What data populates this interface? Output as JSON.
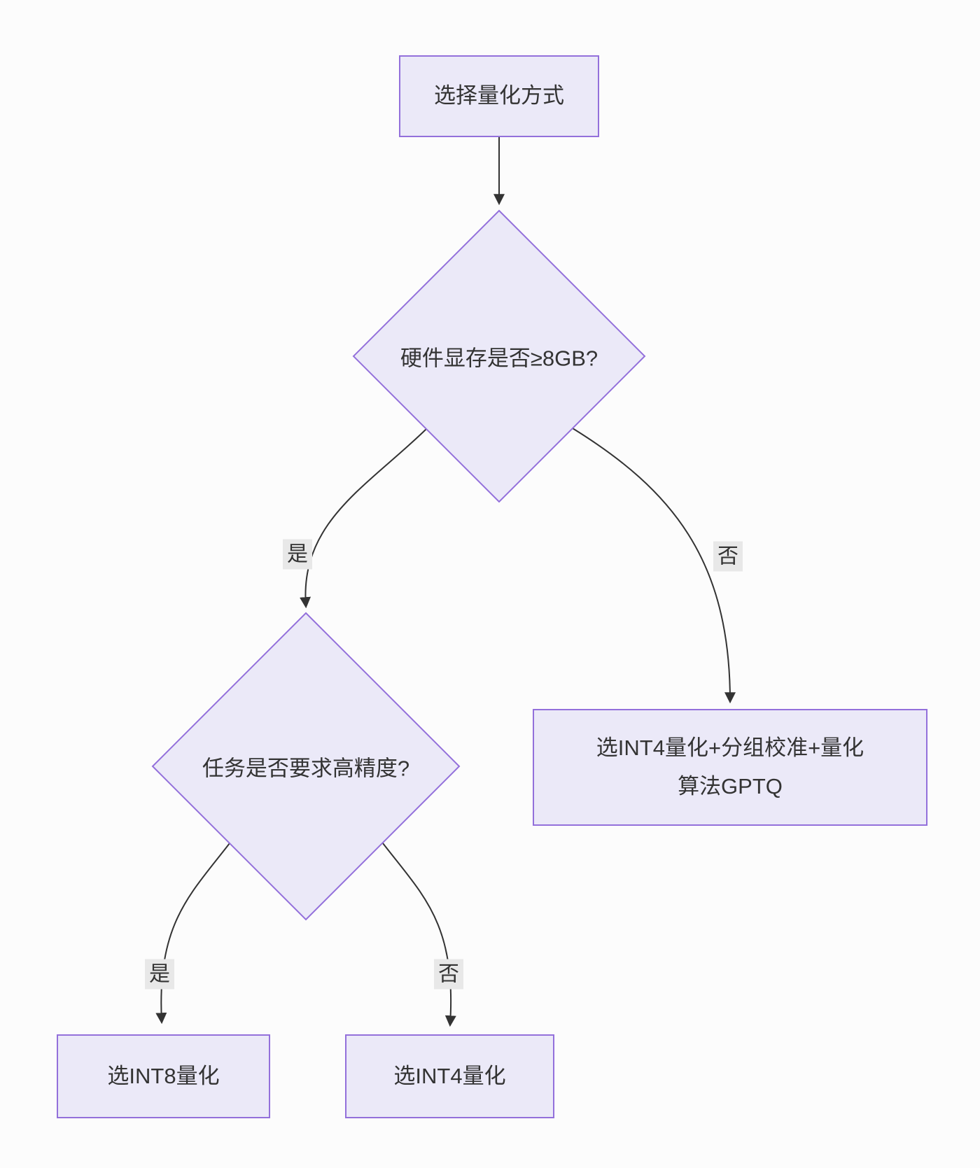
{
  "diagram": {
    "type": "flowchart",
    "colors": {
      "node_fill": "#ebe9f8",
      "node_border": "#9370DB",
      "edge_line": "#333333",
      "edge_label_background": "#e8e8e8",
      "text": "#333333",
      "background": "#fcfcfc"
    },
    "nodes": {
      "start": {
        "label": "选择量化方式"
      },
      "decision_vram": {
        "label": "硬件显存是否≥8GB?"
      },
      "decision_precision": {
        "label": "任务是否要求高精度?"
      },
      "result_int4_gptq": {
        "label": "选INT4量化+分组校准+量化\n算法GPTQ"
      },
      "result_int8": {
        "label": "选INT8量化"
      },
      "result_int4": {
        "label": "选INT4量化"
      }
    },
    "edges": [
      {
        "id": "start-to-vram",
        "label": ""
      },
      {
        "id": "vram-yes-to-precision",
        "label": "是"
      },
      {
        "id": "vram-no-to-int4gptq",
        "label": "否"
      },
      {
        "id": "precision-yes-to-int8",
        "label": "是"
      },
      {
        "id": "precision-no-to-int4",
        "label": "否"
      }
    ]
  }
}
